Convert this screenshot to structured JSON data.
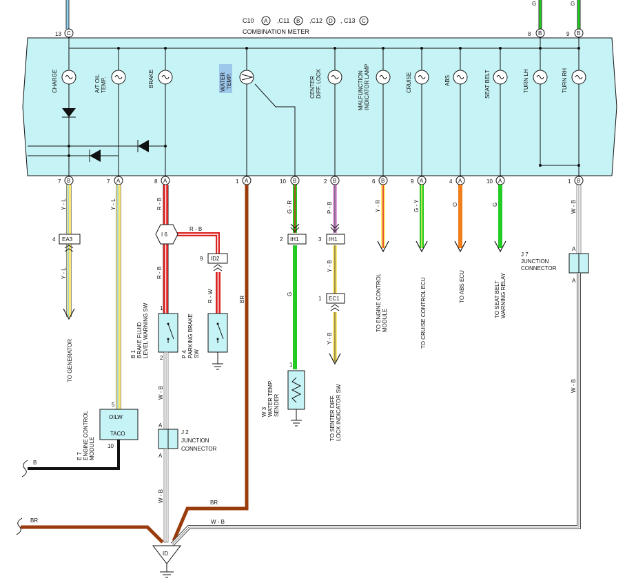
{
  "header": {
    "connectors": [
      {
        "code": "C10",
        "letter": "A"
      },
      {
        "code": ",C11",
        "letter": "B"
      },
      {
        "code": ",C12",
        "letter": "D"
      },
      {
        "code": ", C13",
        "letter": "C"
      }
    ],
    "title": "COMBINATION METER",
    "top_left_pin": {
      "num": "13",
      "letter": "C"
    },
    "top_right_pins": [
      {
        "num": "8",
        "letter": "B",
        "wire": "G"
      },
      {
        "num": "9",
        "letter": "B",
        "wire": "G"
      }
    ]
  },
  "meter_labels": {
    "charge": "CHARGE",
    "at_oil_1": "A/T OIL",
    "at_oil_2": "TEMP.",
    "brake": "BRAKE",
    "water_1": "WATER",
    "water_2": "TEMP.",
    "center_1": "CENTER",
    "center_2": "DIFF. LOCK",
    "mil_1": "MALFUNCTION",
    "mil_2": "INDICATOR LAMP",
    "cruise": "CRUISE",
    "abs": "ABS",
    "seatbelt": "SEAT BELT",
    "turn_lh": "TURN LH",
    "turn_rh": "TURN RH"
  },
  "bottom_pins": [
    {
      "num": "7",
      "letter": "B"
    },
    {
      "num": "7",
      "letter": "A"
    },
    {
      "num": "8",
      "letter": "A"
    },
    {
      "num": "1",
      "letter": "A"
    },
    {
      "num": "10",
      "letter": "B"
    },
    {
      "num": "2",
      "letter": "B"
    },
    {
      "num": "6",
      "letter": "B"
    },
    {
      "num": "9",
      "letter": "A"
    },
    {
      "num": "4",
      "letter": "A"
    },
    {
      "num": "10",
      "letter": "A"
    },
    {
      "num": "1",
      "letter": "B"
    }
  ],
  "wires": {
    "yl": "Y - L",
    "rb": "R - B",
    "rw": "R - W",
    "br": "BR",
    "gr": "G - R",
    "pb": "P - B",
    "yb": "Y - B",
    "g": "G",
    "yr": "Y - R",
    "gy": "G - Y",
    "o": "O",
    "wb": "W - B",
    "b": "B"
  },
  "connectors": {
    "ea3": {
      "pin": "4",
      "label": "EA3"
    },
    "i6": {
      "label": "I 6"
    },
    "id2": {
      "pin": "9",
      "label": "ID2"
    },
    "ih1a": {
      "pin": "2",
      "label": "IH1"
    },
    "ih1b": {
      "pin": "3",
      "label": "IH1"
    },
    "ec1": {
      "pin": "1",
      "label": "EC1"
    },
    "id_ground": {
      "label": "ID"
    }
  },
  "components": {
    "generator": "TO GENERATOR",
    "b1_code": "B 1",
    "b1_1": "BRAKE FLUID",
    "b1_2": "LEVEL WARNING SW",
    "p4_code": "P 4",
    "p4_1": "PARKING BRAKE",
    "p4_2": "SW",
    "w3_code": "W 3",
    "w3_1": "WATER TEMP.",
    "w3_2": "SENDER",
    "center_sw_1": "TO SENTER DIFF.",
    "center_sw_2": "LOCK INDICATOR SW",
    "ecm_1": "TO ENGINE CONTROL",
    "ecm_2": "MODULE",
    "cruise_ecu": "TO CRUISE CONTROL ECU",
    "abs_ecu": "TO ABS ECU",
    "seatbelt_1": "TO SEAT BELT",
    "seatbelt_2": "WARNING RELAY",
    "j7_code": "J 7",
    "j7_1": "JUNCTION",
    "j7_2": "CONNECTOR",
    "j2_code": "J 2",
    "j2_1": "JUNCTION",
    "j2_2": "CONNECTOR",
    "e7_code": "E 7",
    "e7_1": "ENGINE CONTROL",
    "e7_2": "MODULE",
    "oilw": "OILW",
    "taco": "TACO",
    "pin1": "1",
    "pin2": "2",
    "pin5": "5",
    "pin10": "10",
    "pinA": "A"
  },
  "colors": {
    "meter_fill": "#c6f3f5",
    "green": "#22cc22",
    "brown": "#9a3b0c",
    "orange": "#f07e1a",
    "red": "#dd2222",
    "yellow": "#ffe86a",
    "light_blue": "#8fd3f0",
    "highlight": "#9ec7ec"
  }
}
